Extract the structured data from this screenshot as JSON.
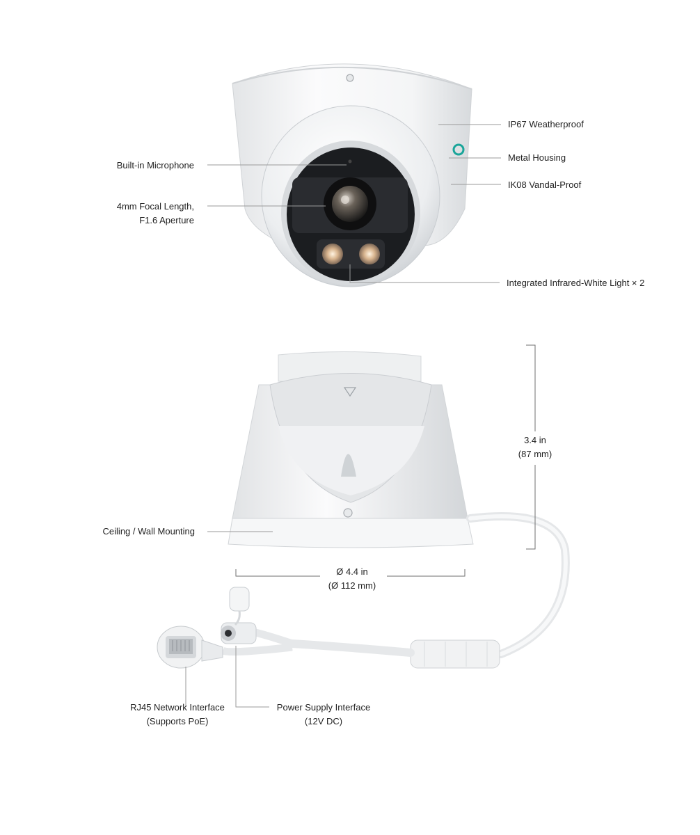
{
  "callouts": {
    "ip67": "IP67 Weatherproof",
    "metal_housing": "Metal Housing",
    "ik08": "IK08 Vandal-Proof",
    "microphone": "Built-in Microphone",
    "focal_line1": "4mm Focal Length,",
    "focal_line2": "F1.6 Aperture",
    "lights": "Integrated Infrared-White Light × 2",
    "mounting": "Ceiling / Wall Mounting",
    "rj45_line1": "RJ45 Network Interface",
    "rj45_line2": "(Supports PoE)",
    "power_line1": "Power Supply Interface",
    "power_line2": "(12V DC)"
  },
  "dimensions": {
    "height_line1": "3.4 in",
    "height_line2": "(87 mm)",
    "diameter_line1": "Ø 4.4 in",
    "diameter_line2": "(Ø 112 mm)"
  },
  "colors": {
    "body": "#f3f4f5",
    "shadow": "#d9dcdf",
    "lens_dark": "#1b1d20",
    "brand_accent": "#1aa59a",
    "leader_line": "#9a9a9a"
  }
}
